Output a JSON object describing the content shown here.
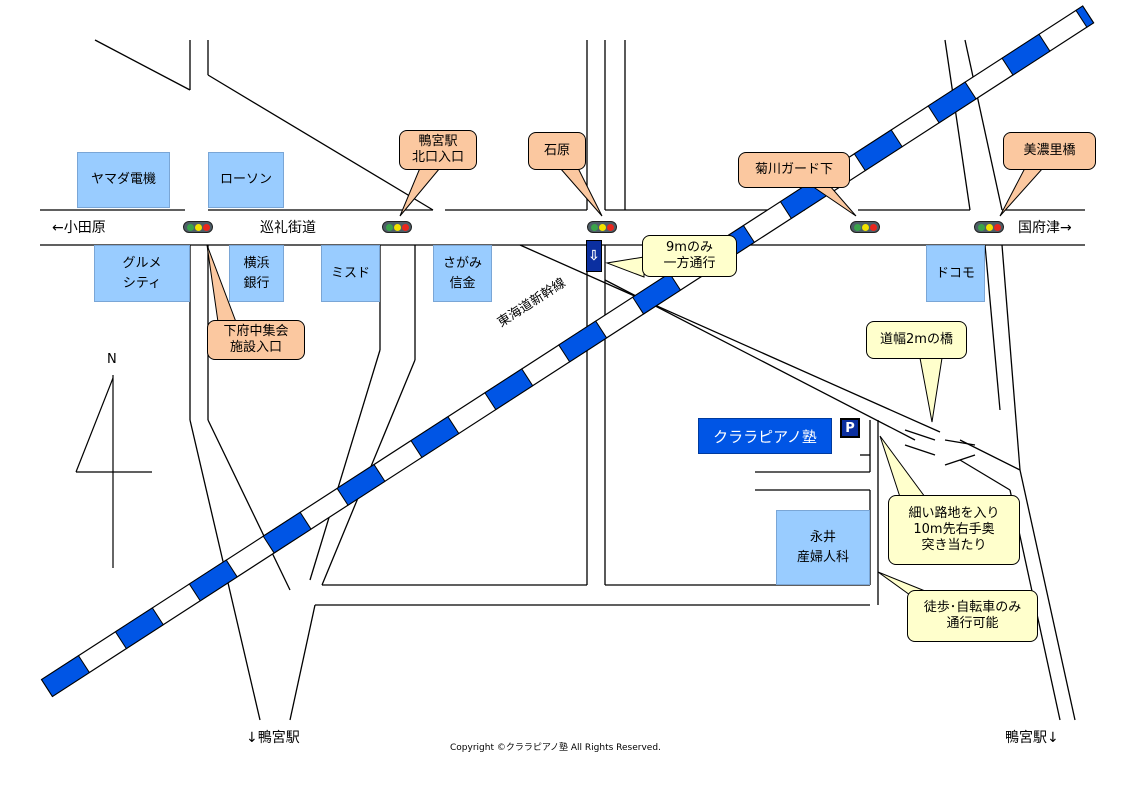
{
  "roads": {
    "west_label": "←小田原",
    "main_street": "巡礼街道",
    "east_label": "国府津→",
    "station_south_left": "↓鴨宮駅",
    "station_south_right": "鴨宮駅↓"
  },
  "railway": {
    "label": "東海道新幹線"
  },
  "compass": {
    "north": "N"
  },
  "buildings": {
    "yamada": "ヤマダ電機",
    "lawson": "ローソン",
    "gourmet_line1": "グルメ",
    "gourmet_line2": "シティ",
    "yokohama_line1": "横浜",
    "yokohama_line2": "銀行",
    "misdo": "ミスド",
    "sagami_line1": "さがみ",
    "sagami_line2": "信金",
    "docomo": "ドコモ",
    "nagai_line1": "永井",
    "nagai_line2": "産婦人科"
  },
  "school": {
    "name": "クララピアノ塾",
    "parking": "P"
  },
  "oneway_sign": "⇩",
  "callouts": {
    "kamonomiya_north_line1": "鴨宮駅",
    "kamonomiya_north_line2": "北口入口",
    "ishihara": "石原",
    "kikugawa": "菊川ガード下",
    "minosato": "美濃里橋",
    "shimofuchu_line1": "下府中集会",
    "shimofuchu_line2": "施設入口",
    "oneway_line1": "9mのみ",
    "oneway_line2": "一方通行",
    "bridge": "道幅2mの橋",
    "alley_line1": "細い路地を入り",
    "alley_line2": "10m先右手奥",
    "alley_line3": "突き当たり",
    "walk_line1": "徒歩･自転車のみ",
    "walk_line2": "通行可能"
  },
  "colors": {
    "building": "#99ccff",
    "callout_orange": "#fbc8a0",
    "callout_yellow": "#ffffcc",
    "rail_blue": "#0055e5",
    "signal_green": "#3aa34a",
    "signal_yellow": "#f2e200",
    "signal_red": "#e8261d"
  },
  "copyright": "Copyright ©クララピアノ塾 All Rights Reserved."
}
